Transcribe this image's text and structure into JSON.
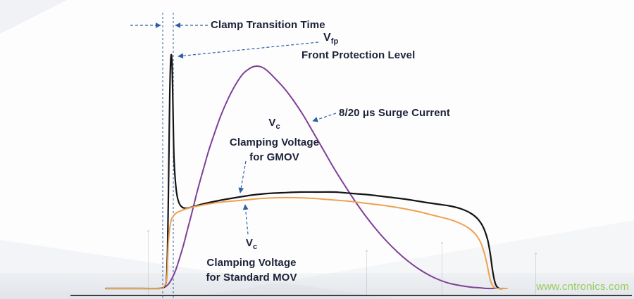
{
  "annotations": {
    "clamp_transition": "Clamp Transition Time",
    "vfp": {
      "main": "V",
      "sub": "fp"
    },
    "front_protection": "Front Protection Level",
    "surge": "8/20 μs Surge Current",
    "vc_gmov": {
      "main": "V",
      "sub": "c",
      "line1": "Clamping Voltage",
      "line2": "for GMOV"
    },
    "vc_mov": {
      "main": "V",
      "sub": "c",
      "line1": "Clamping Voltage",
      "line2": "for Standard MOV"
    }
  },
  "watermark": "www.cntronics.com",
  "colors": {
    "surge": "#7e4096",
    "gmov": "#141414",
    "mov": "#eea14f",
    "annotation": "#2e5fa3",
    "text": "#1c2238",
    "watermark": "#8dc63f",
    "axis": "#3f3f3f"
  },
  "chart_data": {
    "type": "line",
    "coordinate_space": "pixels_900x425_y_down",
    "axis": {
      "baseline_y": 420,
      "x_start": 100,
      "x_end": 897
    },
    "guides": [
      {
        "x": 231,
        "y1": 18,
        "y2": 425
      },
      {
        "x": 246,
        "y1": 18,
        "y2": 425
      }
    ],
    "series": [
      {
        "name": "8/20 μs Surge Current",
        "color_key": "surge",
        "width": 2,
        "points": [
          [
            228,
            410
          ],
          [
            234,
            408
          ],
          [
            239,
            404
          ],
          [
            244,
            396
          ],
          [
            249,
            385
          ],
          [
            254,
            370
          ],
          [
            260,
            350
          ],
          [
            266,
            327
          ],
          [
            273,
            300
          ],
          [
            280,
            272
          ],
          [
            288,
            243
          ],
          [
            296,
            215
          ],
          [
            305,
            188
          ],
          [
            314,
            163
          ],
          [
            324,
            140
          ],
          [
            334,
            121
          ],
          [
            344,
            106
          ],
          [
            352,
            99
          ],
          [
            359,
            95
          ],
          [
            366,
            94
          ],
          [
            373,
            96
          ],
          [
            381,
            102
          ],
          [
            391,
            112
          ],
          [
            403,
            125
          ],
          [
            416,
            142
          ],
          [
            430,
            163
          ],
          [
            444,
            187
          ],
          [
            459,
            213
          ],
          [
            474,
            239
          ],
          [
            489,
            263
          ],
          [
            504,
            286
          ],
          [
            519,
            307
          ],
          [
            534,
            326
          ],
          [
            549,
            343
          ],
          [
            564,
            358
          ],
          [
            579,
            371
          ],
          [
            594,
            382
          ],
          [
            609,
            391
          ],
          [
            624,
            398
          ],
          [
            639,
            403
          ],
          [
            654,
            406
          ],
          [
            667,
            408
          ],
          [
            680,
            409
          ],
          [
            692,
            410
          ],
          [
            704,
            410
          ]
        ]
      },
      {
        "name": "Vc Clamping Voltage for GMOV",
        "color_key": "gmov",
        "width": 2.2,
        "points": [
          [
            150,
            410
          ],
          [
            200,
            410
          ],
          [
            226,
            410
          ],
          [
            231,
            409
          ],
          [
            234,
            407
          ],
          [
            236,
            400
          ],
          [
            237,
            385
          ],
          [
            238,
            345
          ],
          [
            239,
            280
          ],
          [
            240,
            205
          ],
          [
            241,
            135
          ],
          [
            242,
            93
          ],
          [
            243,
            78
          ],
          [
            244,
            86
          ],
          [
            245,
            122
          ],
          [
            246,
            178
          ],
          [
            247,
            225
          ],
          [
            249,
            258
          ],
          [
            251,
            276
          ],
          [
            254,
            288
          ],
          [
            258,
            294
          ],
          [
            263,
            296
          ],
          [
            270,
            295
          ],
          [
            280,
            292
          ],
          [
            292,
            289
          ],
          [
            306,
            286
          ],
          [
            322,
            283
          ],
          [
            340,
            280
          ],
          [
            360,
            277
          ],
          [
            380,
            275
          ],
          [
            400,
            274
          ],
          [
            425,
            273
          ],
          [
            450,
            273
          ],
          [
            475,
            273
          ],
          [
            500,
            275
          ],
          [
            525,
            277
          ],
          [
            550,
            280
          ],
          [
            575,
            283
          ],
          [
            600,
            287
          ],
          [
            620,
            290
          ],
          [
            640,
            293
          ],
          [
            655,
            297
          ],
          [
            668,
            303
          ],
          [
            678,
            311
          ],
          [
            686,
            323
          ],
          [
            692,
            340
          ],
          [
            696,
            361
          ],
          [
            699,
            383
          ],
          [
            702,
            399
          ],
          [
            705,
            407
          ],
          [
            709,
            410
          ],
          [
            714,
            410
          ]
        ]
      },
      {
        "name": "Vc Clamping Voltage for Standard MOV",
        "color_key": "mov",
        "width": 2,
        "points": [
          [
            150,
            410
          ],
          [
            200,
            410
          ],
          [
            228,
            410
          ],
          [
            232,
            408
          ],
          [
            235,
            404
          ],
          [
            237,
            394
          ],
          [
            238,
            372
          ],
          [
            239,
            345
          ],
          [
            241,
            324
          ],
          [
            243,
            313
          ],
          [
            246,
            307
          ],
          [
            250,
            303
          ],
          [
            256,
            300
          ],
          [
            264,
            297
          ],
          [
            275,
            294
          ],
          [
            290,
            291
          ],
          [
            308,
            288
          ],
          [
            328,
            286
          ],
          [
            350,
            284
          ],
          [
            372,
            282
          ],
          [
            395,
            281
          ],
          [
            420,
            281
          ],
          [
            445,
            282
          ],
          [
            470,
            284
          ],
          [
            495,
            286
          ],
          [
            520,
            289
          ],
          [
            545,
            292
          ],
          [
            570,
            296
          ],
          [
            595,
            301
          ],
          [
            615,
            306
          ],
          [
            635,
            311
          ],
          [
            652,
            317
          ],
          [
            665,
            324
          ],
          [
            675,
            333
          ],
          [
            682,
            344
          ],
          [
            687,
            358
          ],
          [
            691,
            374
          ],
          [
            694,
            389
          ],
          [
            697,
            401
          ],
          [
            701,
            408
          ],
          [
            706,
            410
          ],
          [
            714,
            410
          ],
          [
            720,
            410
          ]
        ]
      }
    ],
    "arrows": [
      {
        "name": "clamp-left",
        "from": [
          185,
          36
        ],
        "to": [
          228,
          36
        ]
      },
      {
        "name": "clamp-right",
        "from": [
          295,
          36
        ],
        "to": [
          249,
          36
        ]
      },
      {
        "name": "vfp",
        "from": [
          452,
          60
        ],
        "to": [
          253,
          80
        ]
      },
      {
        "name": "surge",
        "from": [
          477,
          161
        ],
        "to": [
          444,
          172
        ]
      },
      {
        "name": "gmov",
        "from": [
          349,
          229
        ],
        "to": [
          341,
          274
        ]
      },
      {
        "name": "mov",
        "from": [
          352,
          333
        ],
        "to": [
          348,
          291
        ]
      }
    ]
  }
}
